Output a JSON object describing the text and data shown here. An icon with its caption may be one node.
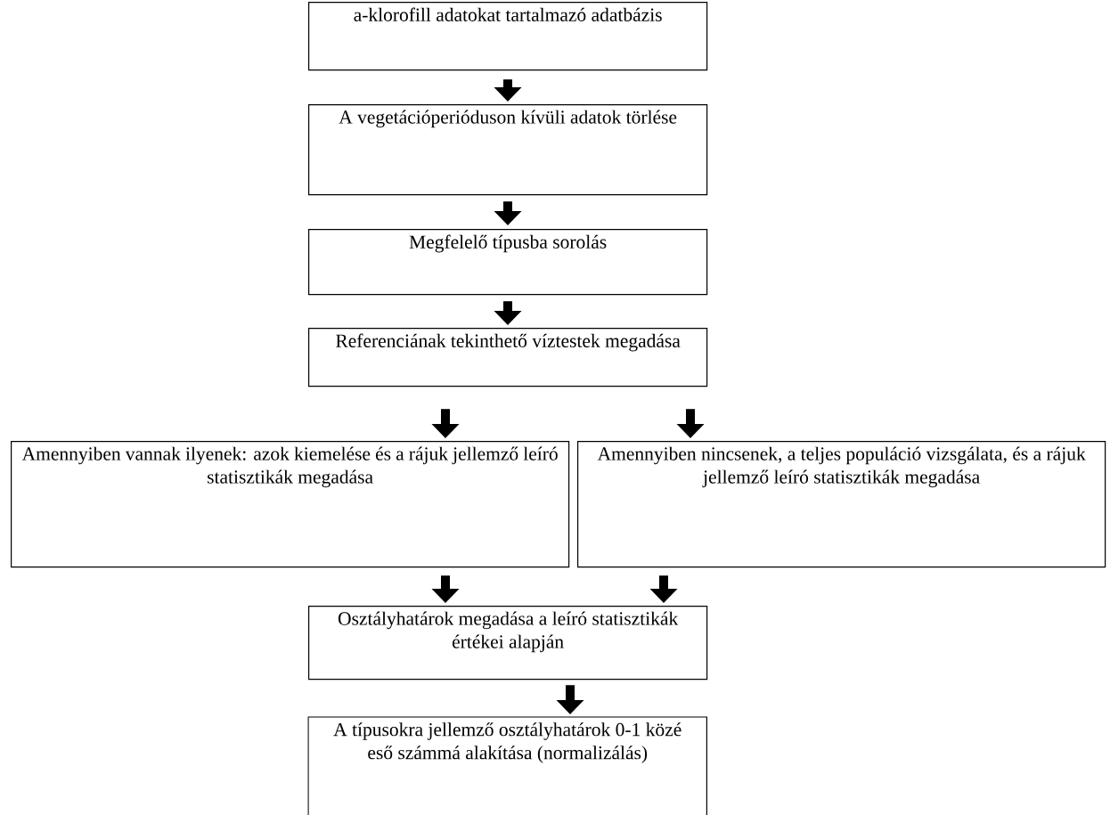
{
  "diagram": {
    "nodes": [
      {
        "text": [
          "a-klorofill adatokat tartalmazó adatbázis"
        ]
      },
      {
        "text": [
          "A vegetációperióduson kívüli adatok törlése"
        ]
      },
      {
        "text": [
          "Megfelelő típusba sorolás"
        ]
      },
      {
        "text": [
          "Referenciának tekinthető víztestek megadása"
        ]
      },
      {
        "text": [
          "Amennyiben vannak ilyenek: azok kiemelése és a rájuk jellemző leíró statisztikák megadása"
        ]
      },
      {
        "text": [
          "Amennyiben nincsenek, a teljes populáció vizsgálata, és a rájuk jellemző leíró statisztikák megadása"
        ]
      },
      {
        "text": [
          "Osztályhatárok megadása a leíró statisztikák értékei alapján"
        ]
      },
      {
        "text": [
          "A típusokra jellemző osztályhatárok 0-1 közé eső számmá alakítása (normalizálás)"
        ]
      }
    ],
    "edges": [
      {
        "from": 0,
        "to": 1,
        "arrow": "to"
      },
      {
        "from": 1,
        "to": 2,
        "arrow": "to"
      },
      {
        "from": 2,
        "to": 3,
        "arrow": "to"
      },
      {
        "from": 3,
        "to": 4,
        "arrow": "to"
      },
      {
        "from": 3,
        "to": 5,
        "arrow": "to"
      },
      {
        "from": 4,
        "to": 6,
        "arrow": "to"
      },
      {
        "from": 5,
        "to": 6,
        "arrow": "to"
      },
      {
        "from": 6,
        "to": 7,
        "arrow": "to"
      }
    ]
  }
}
